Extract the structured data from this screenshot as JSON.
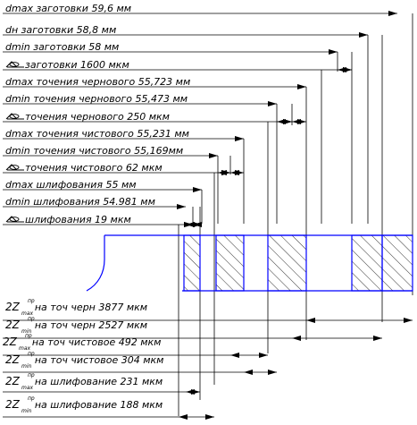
{
  "top_labels": [
    {
      "text": "dmax заготовки 59,6 мм"
    },
    {
      "text": "dн заготовки 58,8 мм"
    },
    {
      "text": "dmin заготовки 58 мм"
    },
    {
      "text": "заготовки 1600 мкм",
      "roughness_icon": "roughness-symbol-icon"
    },
    {
      "text": "dmax точения чернового 55,723 мм"
    },
    {
      "text": "dmin точения чернового 55,473 мм"
    },
    {
      "text": "точения чернового 250  мкм",
      "roughness_icon": "roughness-symbol-icon"
    },
    {
      "text": "dmax точения чистового 55,231 мм"
    },
    {
      "text": "dmin точения чистового 55,169мм"
    },
    {
      "text": "точения чистового 62  мкм",
      "roughness_icon": "roughness-symbol-icon"
    },
    {
      "text": "dmax шлифования 55 мм"
    },
    {
      "text": "dmin шлифования 54.981 мм"
    },
    {
      "text": "шлифования 19  мкм",
      "roughness_icon": "roughness-symbol-icon"
    }
  ],
  "allowance_labels": [
    {
      "z": "2Z",
      "sup": "пр",
      "sub": "max",
      "text": "на точ черн 3877  мкм"
    },
    {
      "z": "2Z",
      "sup": "пр",
      "sub": "min",
      "text": "на точ черн 2527  мкм"
    },
    {
      "z": "2Z",
      "sup": "пр",
      "sub": "max",
      "text": "на точ чистовое 492  мкм"
    },
    {
      "z": "2Z",
      "sup": "пр",
      "sub": "min",
      "text": "на точ чистовое 304  мкм"
    },
    {
      "z": "2Z",
      "sup": "пр",
      "sub": "max",
      "text": "на шлифование 231 мкм"
    },
    {
      "z": "2Z",
      "sup": "пр",
      "sub": "min",
      "text": "на шлифование 188 мкм"
    }
  ],
  "colors": {
    "line": "#000000",
    "part_outline": "#0000ff"
  }
}
